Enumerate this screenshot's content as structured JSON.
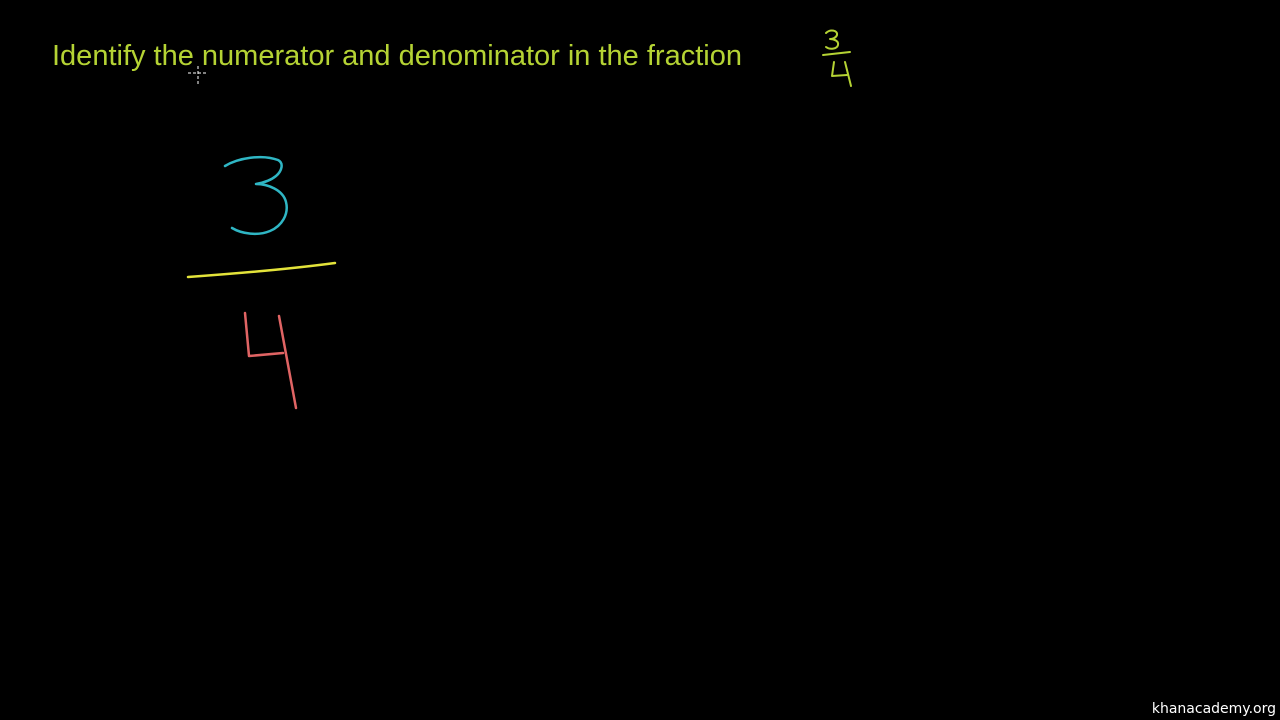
{
  "prompt": {
    "text": "Identify the numerator and denominator in the fraction"
  },
  "fraction": {
    "numerator": "3",
    "denominator": "4"
  },
  "watermark": "khanacademy.org",
  "colors": {
    "background": "#000000",
    "prompt": "#b5d334",
    "numerator": "#2fb6c4",
    "fraction_bar": "#e3e33a",
    "denominator": "#e06464",
    "cursor": "#ffffff"
  }
}
